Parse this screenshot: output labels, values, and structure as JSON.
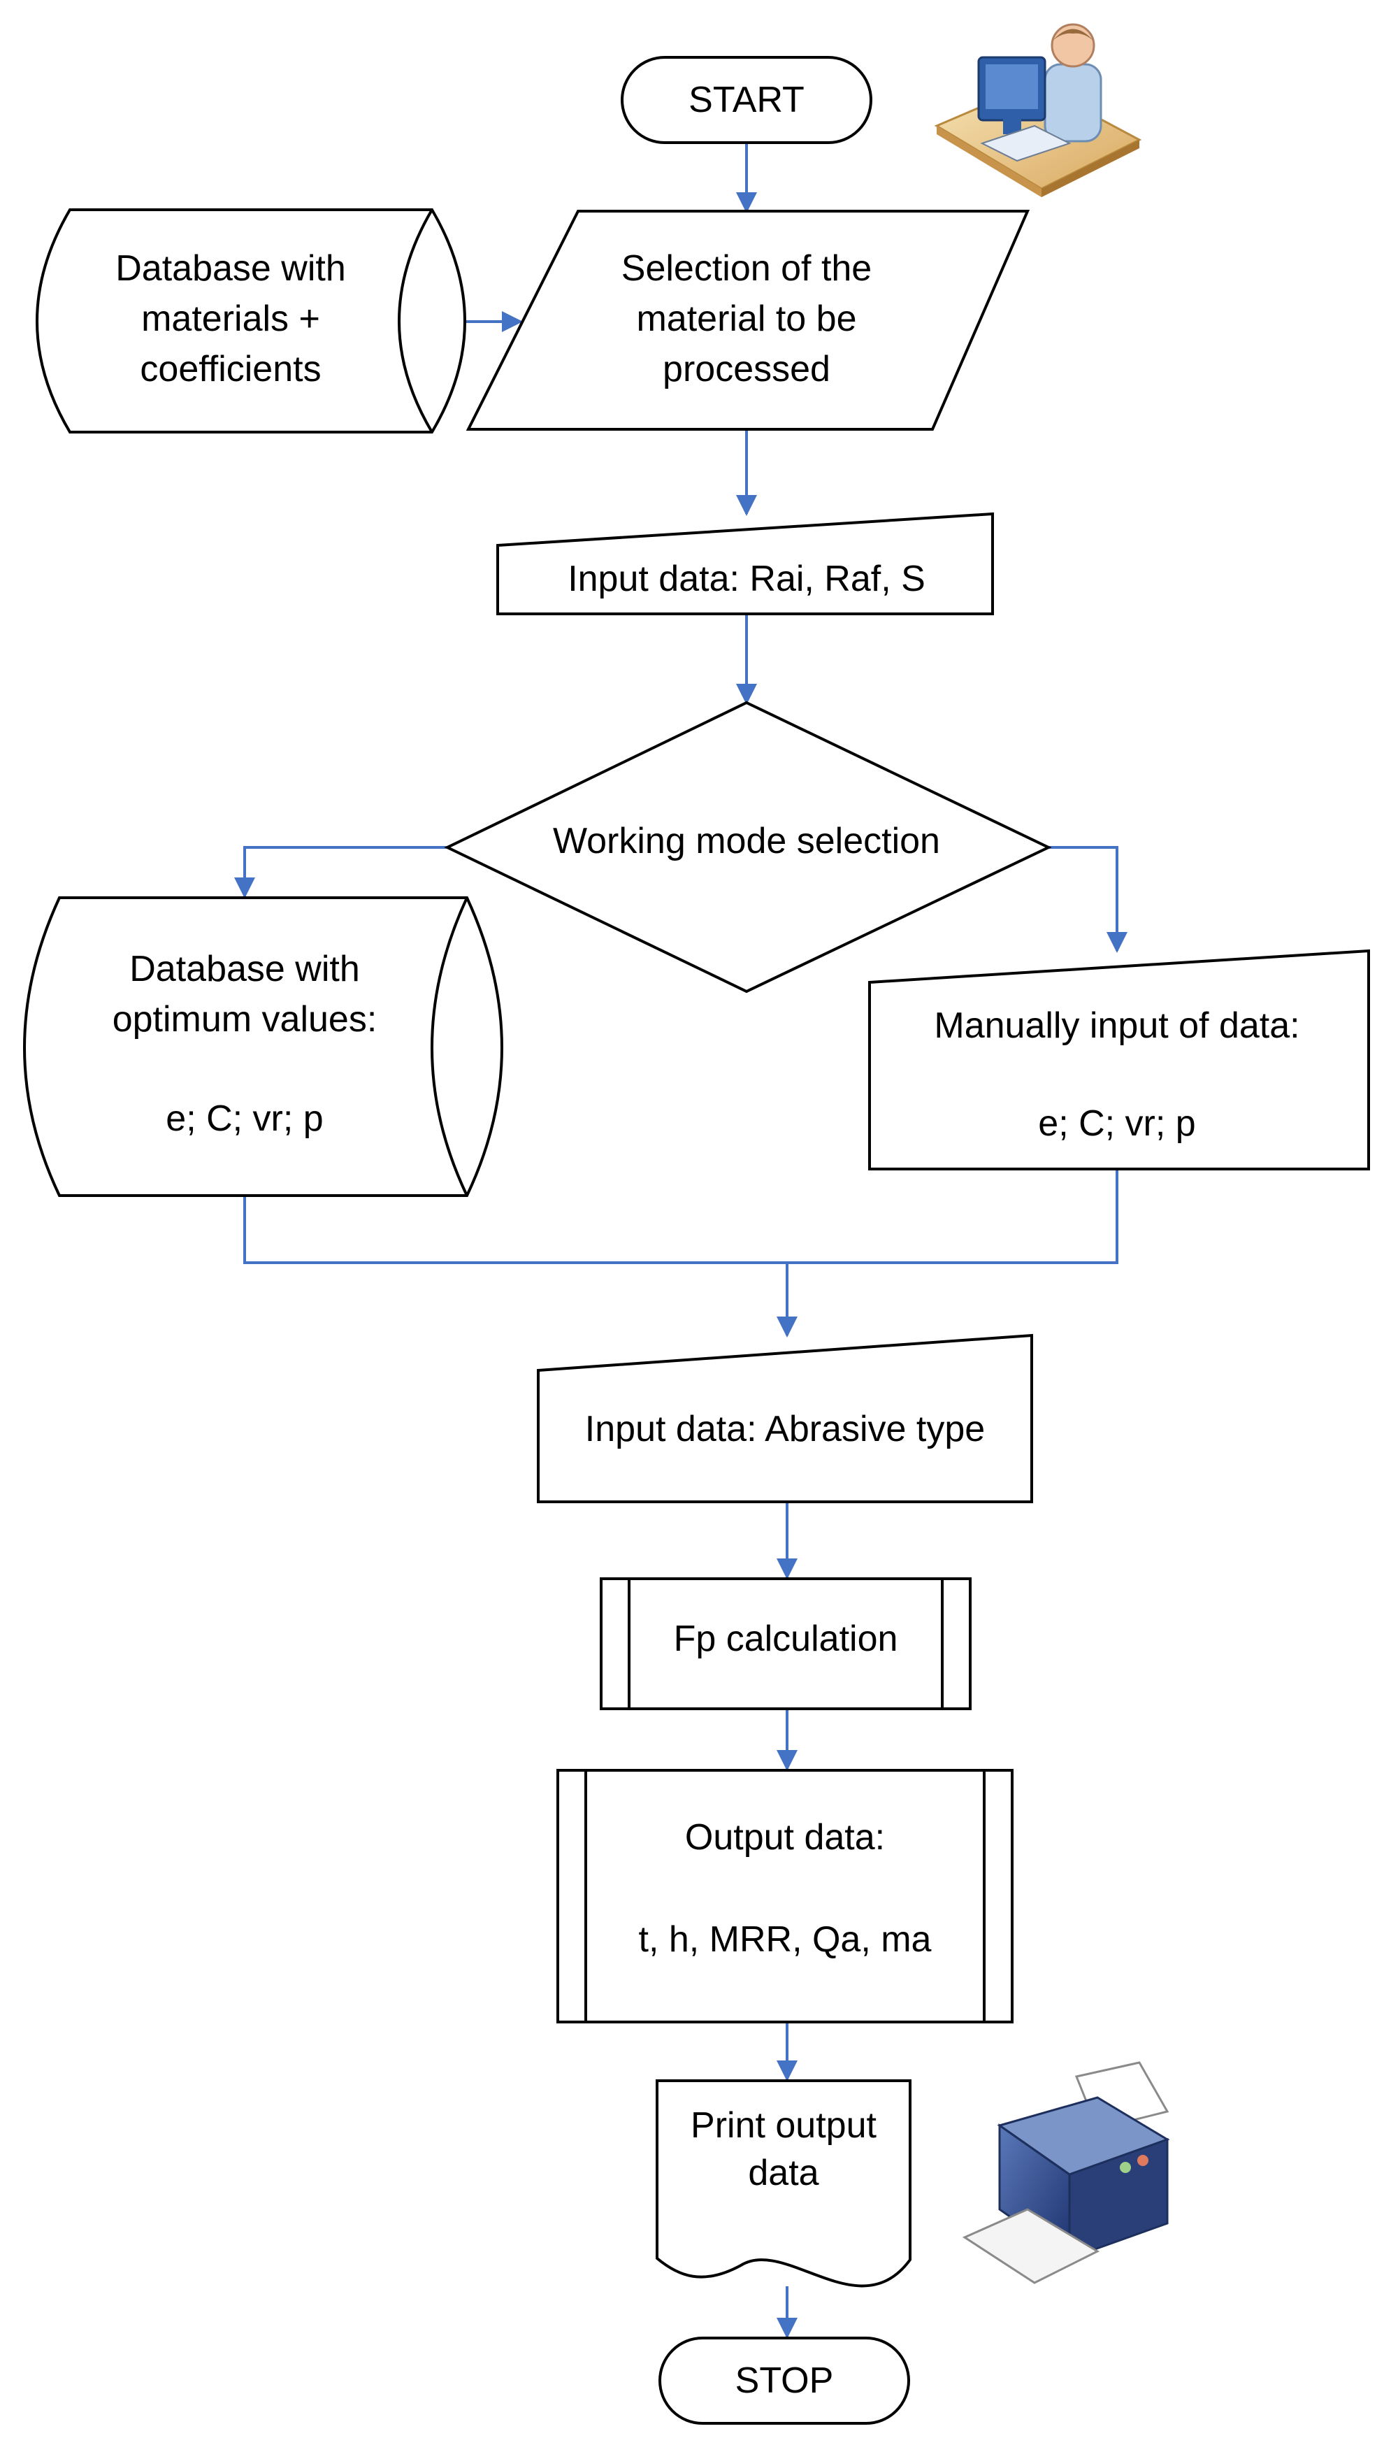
{
  "flowchart": {
    "start": "START",
    "database_materials": [
      "Database with",
      "materials +",
      "coefficients"
    ],
    "selection": [
      "Selection of the",
      "material to be",
      "processed"
    ],
    "input_rai": "Input data: Rai, Raf, S",
    "decision": "Working mode selection",
    "database_optimum": [
      "Database with",
      "optimum values:",
      "e; C; vr; p"
    ],
    "manual_input": [
      "Manually input of data:",
      "e; C; vr; p"
    ],
    "input_abrasive": "Input data: Abrasive type",
    "fp_calc": "Fp calculation",
    "output": [
      "Output data:",
      "t, h, MRR, Qa, ma"
    ],
    "print": [
      "Print output",
      "data"
    ],
    "stop": "STOP"
  },
  "colors": {
    "connector": "#4472C4",
    "outline": "#000000"
  },
  "icons": [
    "computer-user-icon",
    "printer-icon"
  ]
}
